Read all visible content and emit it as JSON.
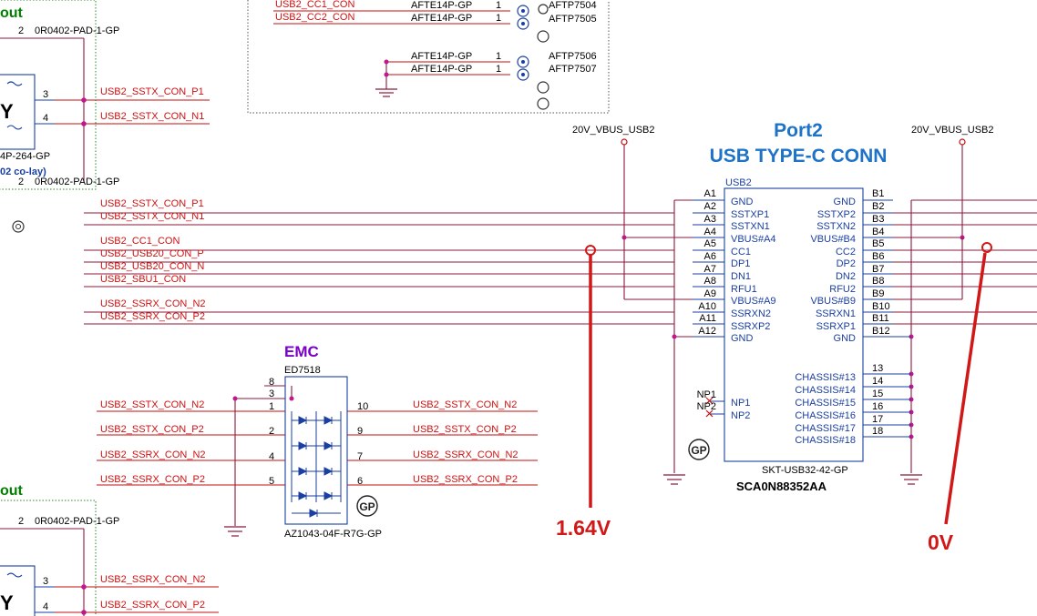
{
  "left_panel": {
    "top": {
      "title_fragment": "out",
      "res_top": {
        "pin": "2",
        "label": "0R0402-PAD-1-GP"
      },
      "res_bottom": {
        "pin": "2",
        "label": "0R0402-PAD-1-GP"
      },
      "pin3": "3",
      "pin4": "4",
      "net_p": "USB2_SSTX_CON_P1",
      "net_n": "USB2_SSTX_CON_N1",
      "part_fragment": "4P-264-GP",
      "colay_fragment": "02 co-lay)"
    },
    "bottom": {
      "title_fragment": "out",
      "res_top": {
        "pin": "2",
        "label": "0R0402-PAD-1-GP"
      },
      "pin3": "3",
      "pin4": "4",
      "net_p": "USB2_SSRX_CON_N2",
      "net_n": "USB2_SSRX_CON_P2"
    }
  },
  "testpoints": {
    "rows": [
      {
        "net": "USB2_CC1_CON",
        "part": "AFTE14P-GP",
        "pin": "1",
        "ref": "AFTP7504"
      },
      {
        "net": "USB2_CC2_CON",
        "part": "AFTE14P-GP",
        "pin": "1",
        "ref": "AFTP7505"
      },
      {
        "net": "",
        "part": "AFTE14P-GP",
        "pin": "1",
        "ref": "AFTP7506"
      },
      {
        "net": "",
        "part": "AFTE14P-GP",
        "pin": "1",
        "ref": "AFTP7507"
      }
    ]
  },
  "bus_nets": [
    "USB2_SSTX_CON_P1",
    "USB2_SSTX_CON_N1",
    "USB2_CC1_CON",
    "USB2_USB20_CON_P",
    "USB2_USB20_CON_N",
    "USB2_SBU1_CON",
    "USB2_SSRX_CON_N2",
    "USB2_SSRX_CON_P2"
  ],
  "connector": {
    "title_line1": "Port2",
    "title_line2": "USB TYPE-C CONN",
    "refdes": "USB2",
    "part": "SKT-USB32-42-GP",
    "part_number": "SCA0N88352AA",
    "gp": "GP",
    "vbus_left": "20V_VBUS_USB2",
    "vbus_right": "20V_VBUS_USB2",
    "a_pins": [
      {
        "num": "A1",
        "name": "GND"
      },
      {
        "num": "A2",
        "name": "SSTXP1"
      },
      {
        "num": "A3",
        "name": "SSTXN1"
      },
      {
        "num": "A4",
        "name": "VBUS#A4"
      },
      {
        "num": "A5",
        "name": "CC1"
      },
      {
        "num": "A6",
        "name": "DP1"
      },
      {
        "num": "A7",
        "name": "DN1"
      },
      {
        "num": "A8",
        "name": "RFU1"
      },
      {
        "num": "A9",
        "name": "VBUS#A9"
      },
      {
        "num": "A10",
        "name": "SSRXN2"
      },
      {
        "num": "A11",
        "name": "SSRXP2"
      },
      {
        "num": "A12",
        "name": "GND"
      }
    ],
    "b_pins": [
      {
        "num": "B1",
        "name": "GND"
      },
      {
        "num": "B2",
        "name": "SSTXP2"
      },
      {
        "num": "B3",
        "name": "SSTXN2"
      },
      {
        "num": "B4",
        "name": "VBUS#B4"
      },
      {
        "num": "B5",
        "name": "CC2"
      },
      {
        "num": "B6",
        "name": "DP2"
      },
      {
        "num": "B7",
        "name": "DN2"
      },
      {
        "num": "B8",
        "name": "RFU2"
      },
      {
        "num": "B9",
        "name": "VBUS#B9"
      },
      {
        "num": "B10",
        "name": "SSRXN1"
      },
      {
        "num": "B11",
        "name": "SSRXP1"
      },
      {
        "num": "B12",
        "name": "GND"
      }
    ],
    "chassis": [
      {
        "num": "13",
        "name": "CHASSIS#13"
      },
      {
        "num": "14",
        "name": "CHASSIS#14"
      },
      {
        "num": "15",
        "name": "CHASSIS#15"
      },
      {
        "num": "16",
        "name": "CHASSIS#16"
      },
      {
        "num": "17",
        "name": "CHASSIS#17"
      },
      {
        "num": "18",
        "name": "CHASSIS#18"
      }
    ],
    "np": [
      {
        "num": "NP1",
        "name": "NP1"
      },
      {
        "num": "NP2",
        "name": "NP2"
      }
    ]
  },
  "emc": {
    "title": "EMC",
    "refdes": "ED7518",
    "part": "AZ1043-04F-R7G-GP",
    "gp": "GP",
    "pin8": "8",
    "pin3": "3",
    "left": [
      {
        "pin": "1",
        "net": "USB2_SSTX_CON_N2"
      },
      {
        "pin": "2",
        "net": "USB2_SSTX_CON_P2"
      },
      {
        "pin": "4",
        "net": "USB2_SSRX_CON_N2"
      },
      {
        "pin": "5",
        "net": "USB2_SSRX_CON_P2"
      }
    ],
    "right": [
      {
        "pin": "10",
        "net": "USB2_SSTX_CON_N2"
      },
      {
        "pin": "9",
        "net": "USB2_SSTX_CON_P2"
      },
      {
        "pin": "7",
        "net": "USB2_SSRX_CON_N2"
      },
      {
        "pin": "6",
        "net": "USB2_SSRX_CON_P2"
      }
    ]
  },
  "measurements": {
    "left": "1.64V",
    "right": "0V"
  }
}
